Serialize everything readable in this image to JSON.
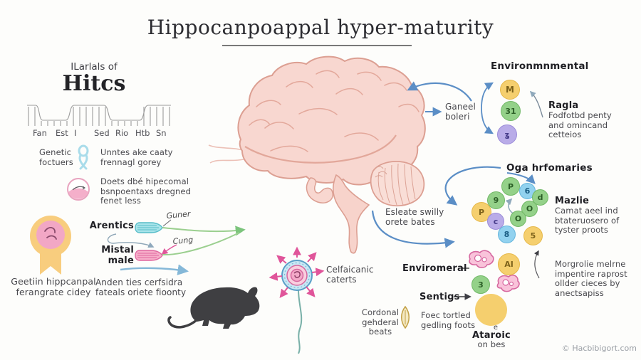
{
  "title": "Hippocanpoappal hyper-maturity",
  "watermark": "© Hacbibigort.com",
  "left": {
    "heading_small": "ILarlals of",
    "heading_big": "Hitcs",
    "ticks": [
      "Fan",
      "Est",
      "I",
      "Sed",
      "Rio",
      "Htb",
      "Sn"
    ],
    "genetic_label": "Genetic foctuers",
    "ribbon_text": "Unntes ake caaty frennagl gorey",
    "disc_text": "Doets dbé hipecomal bsnpoentaxs dregned fenet less",
    "badge_caption": [
      "Geetiin hippcanpal",
      "ferangrate cidey"
    ],
    "arentics_label": "Arentics",
    "mistal_label": "Mistal male",
    "guner_label": "Guner",
    "cung_label": "Cung",
    "combs_caption": [
      "Anden ties cerfsidra",
      "fateals oriete fioonty"
    ]
  },
  "center": {
    "ganeel_label": [
      "Ganeel",
      "boleri"
    ],
    "esleate_label": [
      "Esleate swilly",
      "orete bates"
    ],
    "cell_label": [
      "Celfaicanic",
      "caterts"
    ],
    "cordonal_label": [
      "Cordonal",
      "gehderal",
      "beats"
    ],
    "foec_label": [
      "Foec tortled",
      "gedling foots"
    ]
  },
  "right": {
    "env_heading": "Environmnmental",
    "env_circles": [
      "M",
      "31",
      "ʓ"
    ],
    "ragla_heading": "Ragla",
    "ragla_lines": [
      "Fodfotbd penty",
      "and omincand",
      "cetteios"
    ],
    "oga_heading": "Oga hrfomaries",
    "mazlie_heading": "Mazlie",
    "mazlie_lines": [
      "Camat aeel ind",
      "btateruosero of",
      "tyster proots"
    ],
    "morg_lines": [
      "Morgrolie melrne",
      "impentire raprost",
      "ollder cieces by",
      "anectsapiss"
    ],
    "enviromeral_label": "Enviromeral",
    "sentigs_label": "Sentigs",
    "ai_label": "AI",
    "green3_label": "3",
    "ataroic_mark": "e",
    "ataroic_heading": "Ataroic",
    "ataroic_sub": "on bes",
    "cluster_letters": [
      "P",
      "6",
      "9",
      "d",
      "P",
      "O",
      "c",
      "O",
      "8",
      "5"
    ]
  },
  "colors": {
    "accent_blue": "#5b8ec6",
    "circle_yellow": "#f5cf6e",
    "circle_green": "#94d189",
    "circle_blue": "#92d2ef",
    "circle_purple": "#b9ace8",
    "pink": "#f2a9c6",
    "teal": "#8edde4",
    "brain_pink": "#f8d7d0"
  }
}
